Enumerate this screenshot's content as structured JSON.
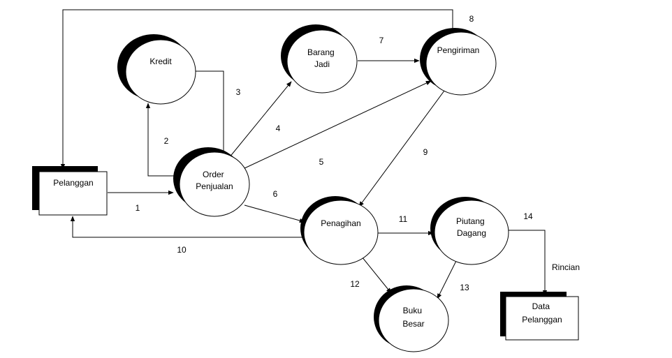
{
  "processes": {
    "kredit": [
      "Kredit"
    ],
    "barang_jadi": [
      "Barang",
      "Jadi"
    ],
    "pengiriman": [
      "Pengiriman"
    ],
    "order_penjualan": [
      "Order",
      "Penjualan"
    ],
    "penagihan": [
      "Penagihan"
    ],
    "piutang_dagang": [
      "Piutang",
      "Dagang"
    ],
    "buku_besar": [
      "Buku",
      "Besar"
    ]
  },
  "entities": {
    "pelanggan": [
      "Pelanggan"
    ],
    "data_pelanggan": [
      "Data",
      "Pelanggan"
    ]
  },
  "flows": {
    "f1": "1",
    "f2": "2",
    "f3": "3",
    "f4": "4",
    "f5": "5",
    "f6": "6",
    "f7": "7",
    "f8": "8",
    "f9": "9",
    "f10": "10",
    "f11": "11",
    "f12": "12",
    "f13": "13",
    "f14": "14",
    "rincian": "Rincian"
  }
}
